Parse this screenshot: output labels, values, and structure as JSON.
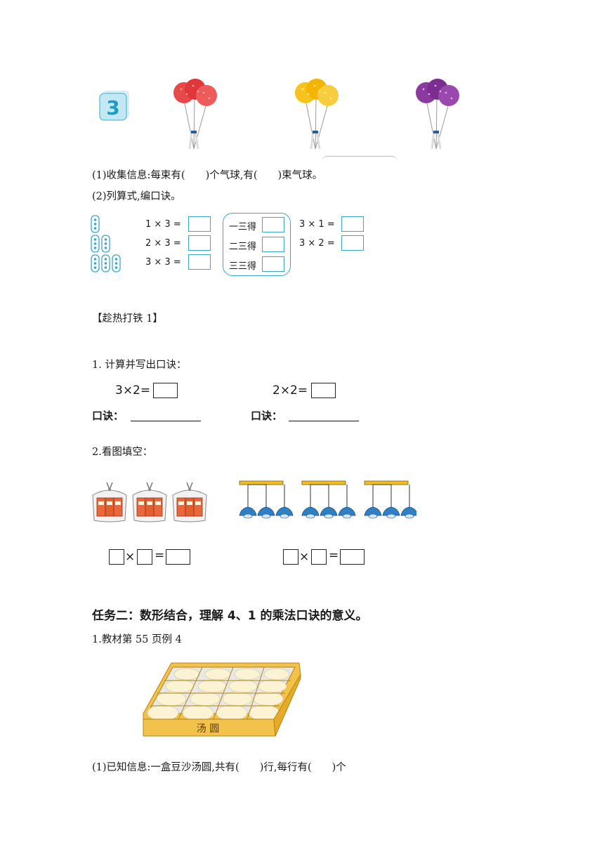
{
  "example3": {
    "badge": "3",
    "q1": "(1)收集信息:每束有(　　)个气球,有(　　)束气球。",
    "q2": "(2)列算式,编口诀。",
    "equations": [
      "1 × 3 =",
      "2 × 3 =",
      "3 × 3 ="
    ],
    "rhymes": [
      "一三得",
      "二三得",
      "三三得"
    ],
    "equations2": [
      "3 × 1 =",
      "3 × 2 ="
    ]
  },
  "practice1": {
    "title": "【趁热打铁 1】",
    "q1_title": "1.  计算并写出口诀：",
    "calc_left": "3×2=",
    "calc_right": "2×2=",
    "rhyme_label": "口诀：",
    "q2_title": "2.看图填空：",
    "times": "×",
    "equals": "="
  },
  "task2": {
    "heading": "任务二：数形结合，理解 4、1 的乘法口诀的意义。",
    "ref": "1.教材第 55 页例 4",
    "box_label": "汤 圆",
    "q1": "(1)已知信息:一盒豆沙汤圆,共有(　　)行,每行有(　　)个"
  },
  "colors": {
    "balloon_red": "#e8484a",
    "balloon_yellow": "#f6c21c",
    "balloon_purple": "#8d3aa0",
    "accent_blue": "#3aa6c9",
    "tray": "#f3c24a"
  }
}
